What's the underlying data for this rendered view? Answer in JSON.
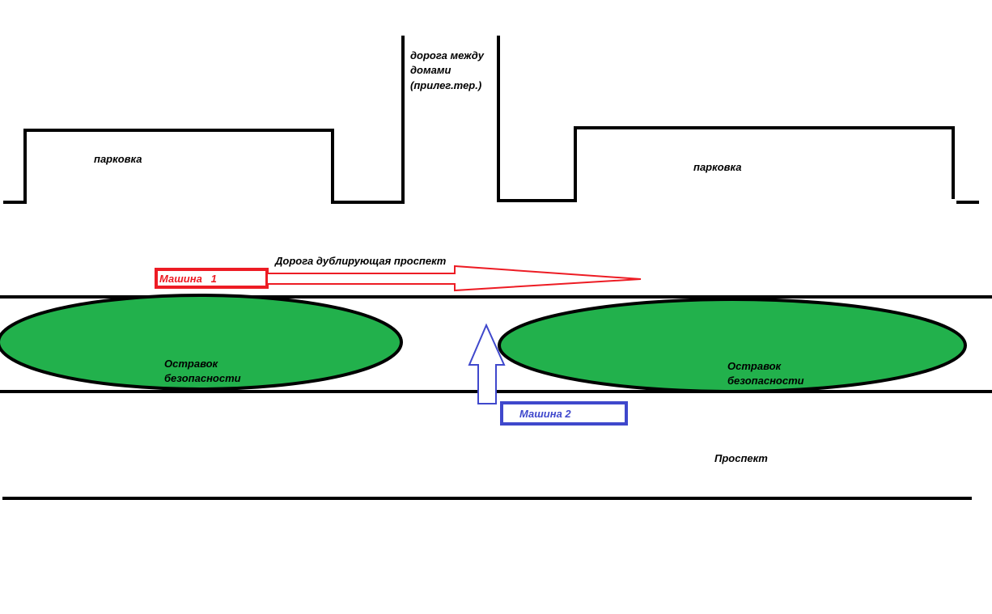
{
  "labels": {
    "parking_left": "парковка",
    "parking_right": "парковка",
    "road_between_line1": "дорога между",
    "road_between_line2": "домами",
    "road_between_line3": "(прилег.тер.)",
    "service_road": "Дорога дублирующая проспект",
    "car1": "Машина   1",
    "car2": "Машина 2",
    "island_left_line1": "Остравок",
    "island_left_line2": "безопасности",
    "island_right_line1": "Остравок",
    "island_right_line2": "безопасности",
    "avenue": "Проспект"
  },
  "colors": {
    "line": "#000000",
    "island": "#22b14c",
    "car1": "#ed1c24",
    "car2": "#3f48cc"
  }
}
